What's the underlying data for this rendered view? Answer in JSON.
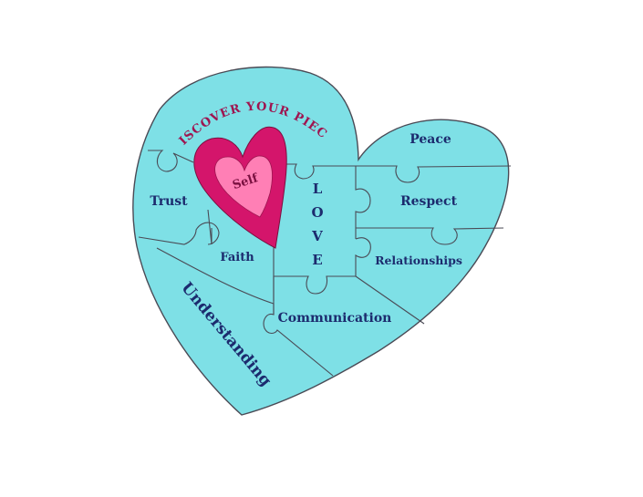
{
  "title": "DISCOVER YOUR PIECE",
  "center_heart": {
    "label": "Self"
  },
  "love_column": [
    "L",
    "O",
    "V",
    "E"
  ],
  "pieces": {
    "peace": "Peace",
    "trust": "Trust",
    "respect": "Respect",
    "faith": "Faith",
    "relationships": "Relationships",
    "understanding": "Understanding",
    "communication": "Communication"
  },
  "colors": {
    "puzzle_fill": "#7ee0e6",
    "outline": "#4a4a55",
    "heart_outer": "#d4156b",
    "heart_inner": "#ff7fb5",
    "text": "#1c2b6e",
    "title": "#9e1550"
  }
}
